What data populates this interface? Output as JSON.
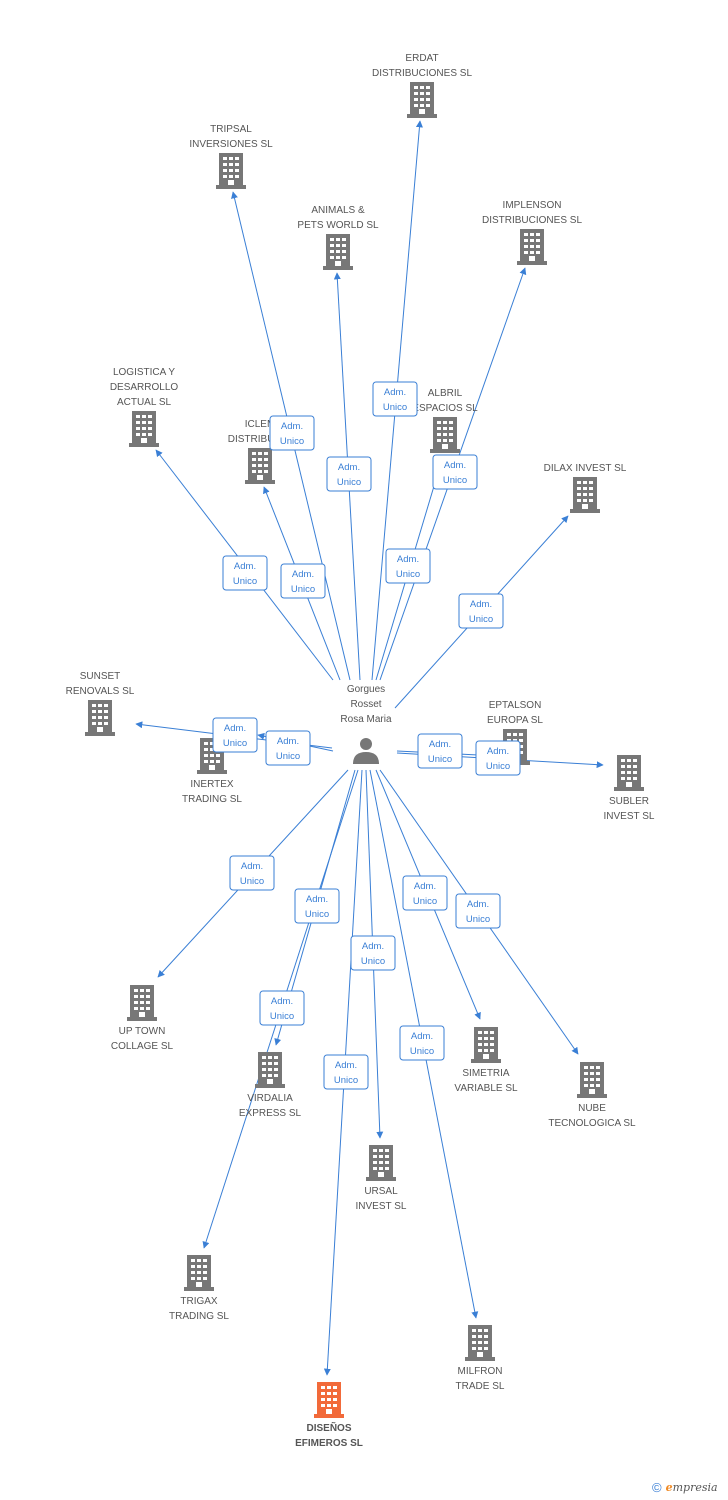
{
  "center": {
    "label_lines": [
      "Gorgues",
      "Rosset",
      "Rosa Maria"
    ],
    "icon": "person-icon"
  },
  "edge_label_lines": [
    "Adm.",
    "Unico"
  ],
  "colors": {
    "edge": "#3a7fd5",
    "building": "#777777",
    "highlight": "#f26a3a",
    "person": "#777777"
  },
  "companies": [
    {
      "id": "erdat",
      "label_lines": [
        "ERDAT",
        "DISTRIBUCIONES SL"
      ],
      "highlight": false
    },
    {
      "id": "tripsal",
      "label_lines": [
        "TRIPSAL",
        "INVERSIONES SL"
      ],
      "highlight": false
    },
    {
      "id": "animals",
      "label_lines": [
        "ANIMALS &",
        "PETS WORLD SL"
      ],
      "highlight": false
    },
    {
      "id": "implenson",
      "label_lines": [
        "IMPLENSON",
        "DISTRIBUCIONES SL"
      ],
      "highlight": false
    },
    {
      "id": "logistica",
      "label_lines": [
        "LOGISTICA Y",
        "DESARROLLO",
        "ACTUAL SL"
      ],
      "highlight": false
    },
    {
      "id": "iclem",
      "label_lines": [
        "ICLEM",
        "DISTRIBUCIO"
      ],
      "highlight": false
    },
    {
      "id": "albril",
      "label_lines": [
        "ALBRIL",
        "ESPACIOS SL"
      ],
      "highlight": false
    },
    {
      "id": "dilax",
      "label_lines": [
        "DILAX INVEST SL"
      ],
      "highlight": false
    },
    {
      "id": "sunset",
      "label_lines": [
        "SUNSET",
        "RENOVALS SL"
      ],
      "highlight": false
    },
    {
      "id": "inertex",
      "label_lines": [
        "INERTEX",
        "TRADING SL"
      ],
      "highlight": false
    },
    {
      "id": "eptalson",
      "label_lines": [
        "EPTALSON",
        "EUROPA SL"
      ],
      "highlight": false
    },
    {
      "id": "subler",
      "label_lines": [
        "SUBLER",
        "INVEST SL"
      ],
      "highlight": false
    },
    {
      "id": "uptown",
      "label_lines": [
        "UP TOWN",
        "COLLAGE SL"
      ],
      "highlight": false
    },
    {
      "id": "virdalia",
      "label_lines": [
        "VIRDALIA",
        "EXPRESS SL"
      ],
      "highlight": false
    },
    {
      "id": "simetria",
      "label_lines": [
        "SIMETRIA",
        "VARIABLE SL"
      ],
      "highlight": false
    },
    {
      "id": "nube",
      "label_lines": [
        "NUBE",
        "TECNOLOGICA SL"
      ],
      "highlight": false
    },
    {
      "id": "ursal",
      "label_lines": [
        "URSAL",
        "INVEST SL"
      ],
      "highlight": false
    },
    {
      "id": "trigax",
      "label_lines": [
        "TRIGAX",
        "TRADING SL"
      ],
      "highlight": false
    },
    {
      "id": "milfron",
      "label_lines": [
        "MILFRON",
        "TRADE SL"
      ],
      "highlight": false
    },
    {
      "id": "disenos",
      "label_lines": [
        "DISEÑOS",
        "EFIMEROS SL"
      ],
      "highlight": true
    }
  ],
  "footer": {
    "copyright_symbol": "©",
    "brand_initial": "e",
    "brand_rest": "mpresia"
  }
}
